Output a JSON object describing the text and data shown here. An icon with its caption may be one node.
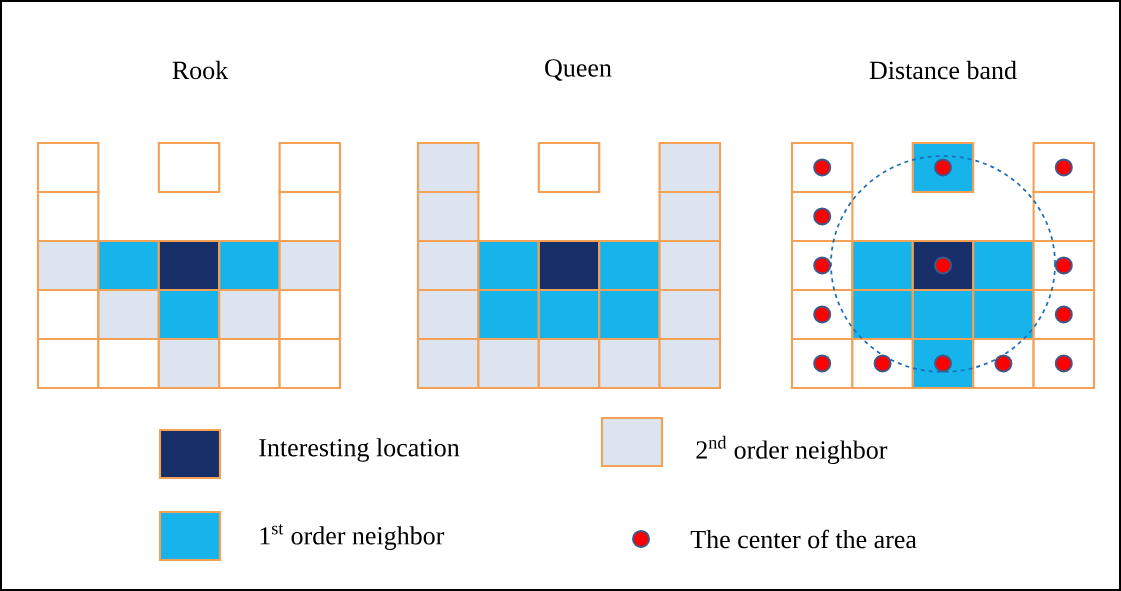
{
  "diagram": {
    "labels": [
      "Rook",
      "Queen",
      "Distance band"
    ],
    "legend": [
      {
        "text": "Interesting location",
        "color": "#17306a"
      },
      {
        "text": "2$^{nd}$ order neighbor",
        "color": "#dce4f0"
      },
      {
        "text": "1$^{st}$ order neighbor",
        "color": "#17b4ec"
      },
      {
        "text": "The center of the area"
      }
    ]
  }
}
